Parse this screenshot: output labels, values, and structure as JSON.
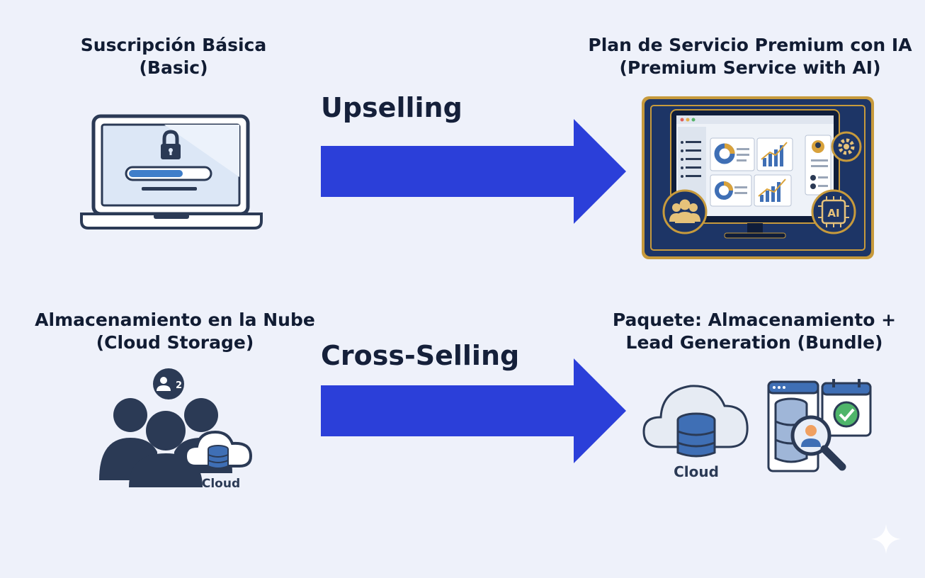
{
  "upsell": {
    "source": {
      "line1": "Suscripción Básica",
      "line2": "(Basic)"
    },
    "target": {
      "line1": "Plan de Servicio Premium con IA",
      "line2": "(Premium Service with AI)"
    },
    "arrow_label": "Upselling",
    "screen_ai_badge": "AI"
  },
  "cross": {
    "source": {
      "line1": "Almacenamiento en la Nube",
      "line2": "(Cloud Storage)",
      "badge_count": "2",
      "cloud_label": "Cloud"
    },
    "target": {
      "line1": "Paquete: Almacenamiento +",
      "line2": "Lead Generation (Bundle)",
      "cloud_label": "Cloud"
    },
    "arrow_label": "Cross-Selling"
  },
  "colors": {
    "arrow": "#2b3fd9",
    "dark": "#2b3a55",
    "premium_frame": "#1d3566",
    "gold": "#c79a3c"
  }
}
